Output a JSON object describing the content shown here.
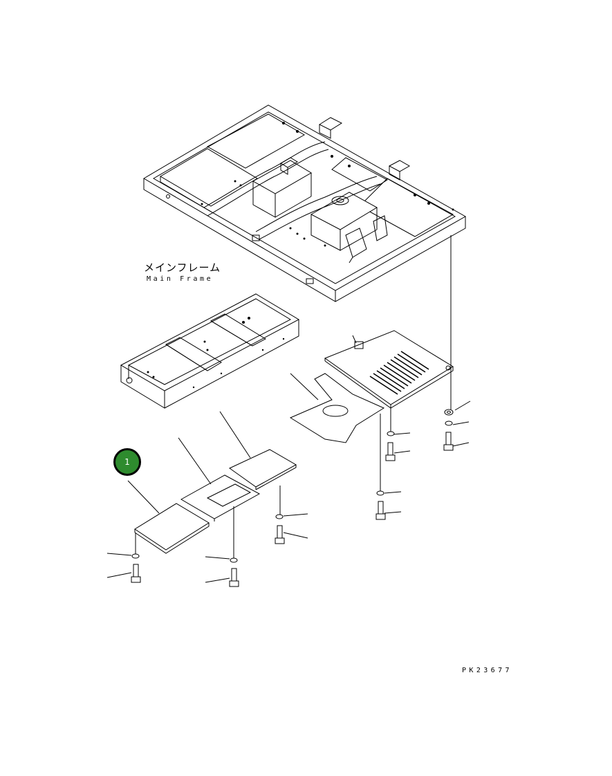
{
  "labels": {
    "frame_jp": "メインフレーム",
    "frame_en": "Main Frame",
    "drawing_code": "PK23677"
  },
  "callout": {
    "number": "1",
    "color": "#2e8b2e"
  }
}
